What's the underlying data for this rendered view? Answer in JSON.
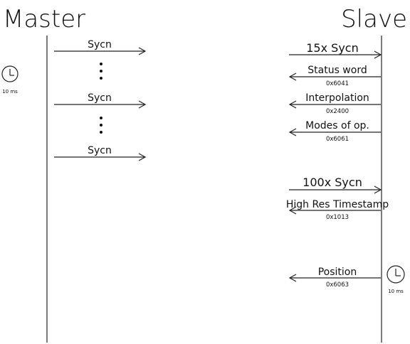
{
  "participants": {
    "master": "Master",
    "slave": "Slave"
  },
  "master_messages": [
    {
      "label": "Sycn"
    },
    {
      "label": "Sycn"
    },
    {
      "label": "Sycn"
    }
  ],
  "slave_messages": [
    {
      "label": "15x  Sycn",
      "code": "",
      "direction": "to-slave"
    },
    {
      "label": "Status word",
      "code": "0x6041",
      "direction": "to-master"
    },
    {
      "label": "Interpolation",
      "code": "0x2400",
      "direction": "to-master"
    },
    {
      "label": "Modes of op.",
      "code": "0x6061",
      "direction": "to-master"
    },
    {
      "label": "100x  Sycn",
      "code": "",
      "direction": "to-slave"
    },
    {
      "label": "High Res Timestamp",
      "code": "0x1013",
      "direction": "to-master"
    },
    {
      "label": "Position",
      "code": "0x6063",
      "direction": "to-master"
    }
  ],
  "clocks": {
    "master": {
      "icon": "clock-icon",
      "label": "10  ms"
    },
    "slave": {
      "icon": "clock-icon",
      "label": "10  ms"
    }
  }
}
